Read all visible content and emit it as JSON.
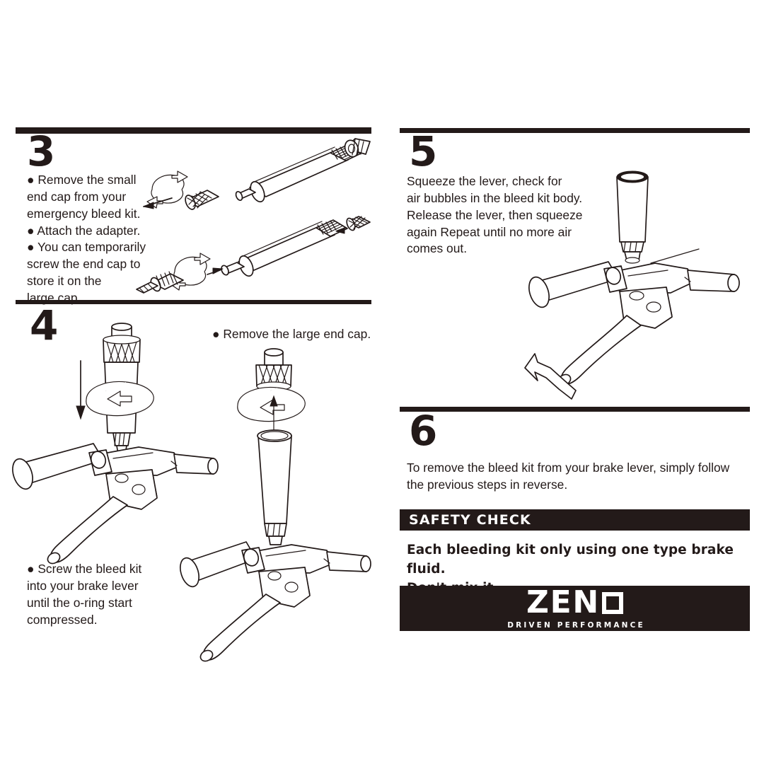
{
  "document": {
    "type": "brake-bleed-kit-instruction-sheet",
    "accent_color": "#231a19",
    "background_color": "#ffffff"
  },
  "steps": [
    {
      "number": "3",
      "text": "●  Remove the small\nend cap from your\nemergency bleed kit.\n●  Attach the adapter.\n●  You can temporarily\nscrew the end cap to\nstore it on the\nlarge cap."
    },
    {
      "number": "4",
      "caption_right": "●  Remove the large end cap.",
      "caption_bottom": "●  Screw the bleed kit\ninto your brake lever\nuntil the o-ring start\ncompressed."
    },
    {
      "number": "5",
      "text": "Squeeze the lever, check for\nair bubbles in the bleed kit body.\nRelease the lever, then squeeze\nagain Repeat until no more air\ncomes out."
    },
    {
      "number": "6",
      "text": "To remove the bleed kit from your brake lever, simply follow\nthe previous steps in reverse."
    }
  ],
  "safety": {
    "banner_label": "SAFETY  CHECK",
    "warning_text": "Each bleeding kit only using one type brake fluid.\nDon't mix it."
  },
  "brand": {
    "name_prefix": "ZEN",
    "name_square": "O",
    "tagline": "DRIVEN PERFORMANCE"
  }
}
